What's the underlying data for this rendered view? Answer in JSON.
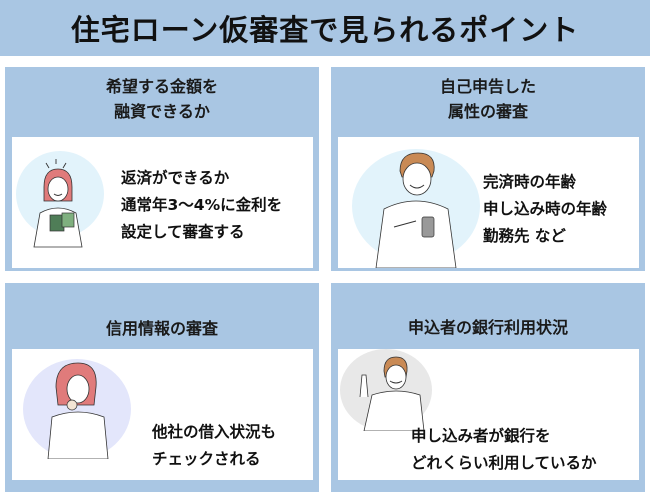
{
  "header": {
    "title": "住宅ローン仮審査で見られるポイント"
  },
  "colors": {
    "panel_bg": "#a9c6e3",
    "inner_bg": "#ffffff",
    "circle_blue": "#e2f3fb",
    "circle_lavender": "#e3e6fb",
    "circle_gray": "#e8e8e8"
  },
  "panels": [
    {
      "title_lines": [
        "希望する金額を",
        "融資できるか"
      ],
      "body_lines": [
        "返済ができるか",
        "通常年3〜4%に金利を",
        "設定して審査する"
      ],
      "illustration": "woman-holding-money-icon"
    },
    {
      "title_lines": [
        "自己申告した",
        "属性の審査"
      ],
      "body_lines": [
        "完済時の年齢",
        "申し込み時の年齢",
        "勤務先 など"
      ],
      "illustration": "man-with-smartphone-icon"
    },
    {
      "title_lines": [
        "信用情報の審査"
      ],
      "body_lines": [
        "他社の借入状況も",
        "チェックされる"
      ],
      "illustration": "woman-thinking-icon"
    },
    {
      "title_lines": [
        "申込者の銀行利用状況"
      ],
      "body_lines": [
        "申し込み者が銀行を",
        "どれくらい利用しているか"
      ],
      "illustration": "man-pointing-up-icon"
    }
  ]
}
